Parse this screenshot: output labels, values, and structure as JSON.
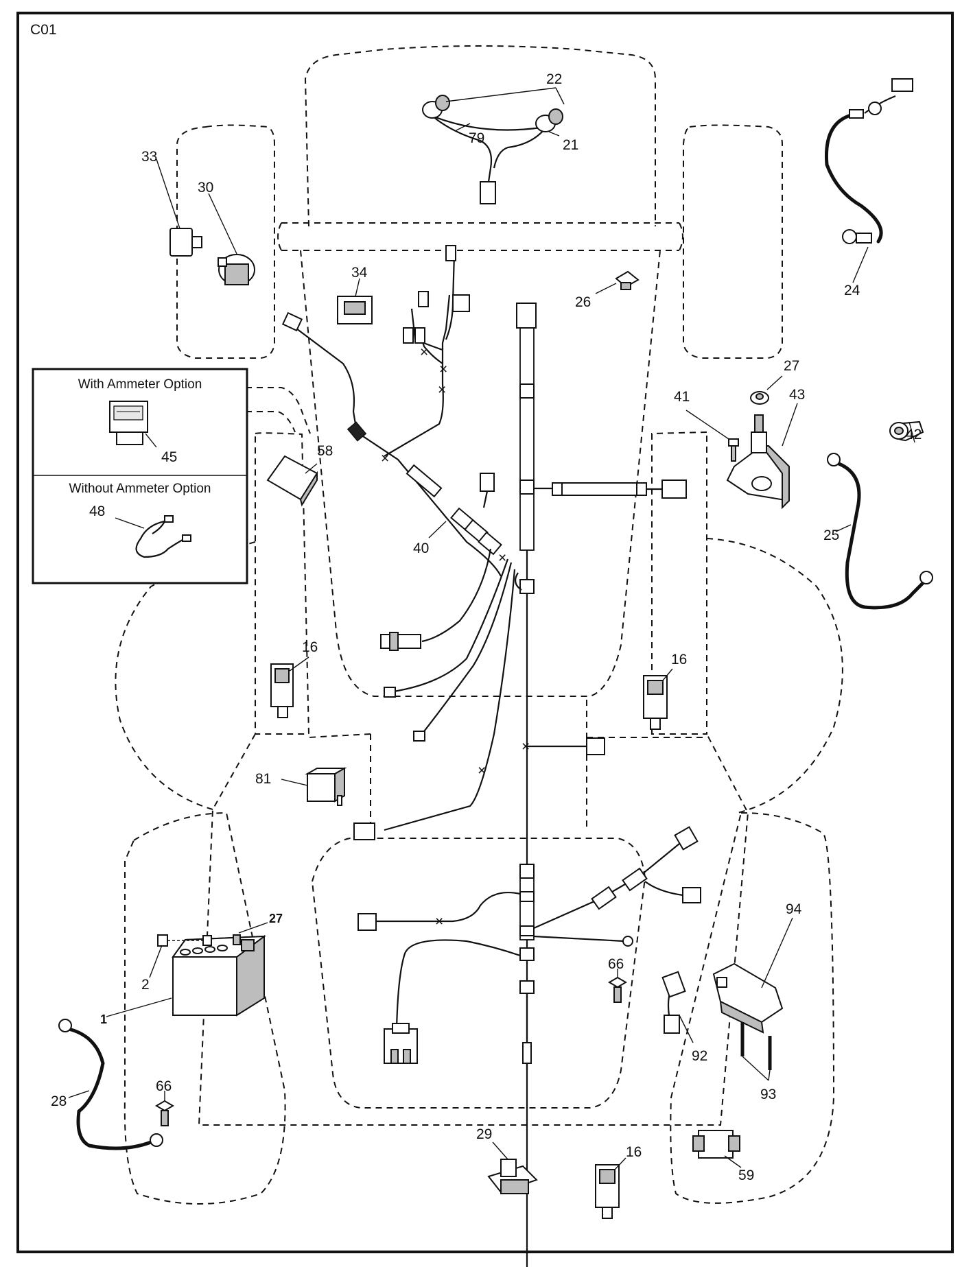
{
  "diagram_id": "C01",
  "options": {
    "with_ammeter": "With Ammeter Option",
    "without_ammeter": "Without Ammeter Option"
  },
  "callouts": {
    "c1": "1",
    "c2": "2",
    "c16a": "16",
    "c16b": "16",
    "c16c": "16",
    "c21": "21",
    "c22": "22",
    "c24": "24",
    "c25": "25",
    "c26": "26",
    "c27a": "27",
    "c27b": "27",
    "c28": "28",
    "c29": "29",
    "c30": "30",
    "c33": "33",
    "c34": "34",
    "c40": "40",
    "c41": "41",
    "c42": "42",
    "c43": "43",
    "c45": "45",
    "c48": "48",
    "c58": "58",
    "c59": "59",
    "c66a": "66",
    "c66b": "66",
    "c79": "79",
    "c81": "81",
    "c92": "92",
    "c93": "93",
    "c94": "94"
  }
}
